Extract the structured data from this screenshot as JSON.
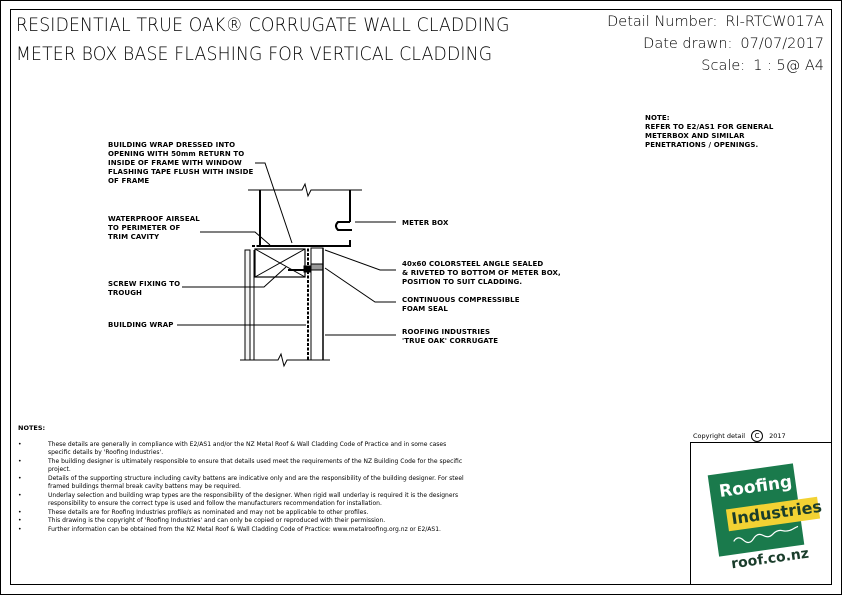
{
  "title": {
    "line1": "RESIDENTIAL TRUE OAK® CORRUGATE WALL CLADDING",
    "line2": "METER BOX BASE FLASHING FOR VERTICAL CLADDING"
  },
  "meta": {
    "detail_label": "Detail Number:",
    "detail_value": "RI-RTCW017A",
    "date_label": "Date drawn:",
    "date_value": "07/07/2017",
    "scale_label": "Scale:",
    "scale_value": "1 : 5@ A4"
  },
  "top_note": {
    "text": "NOTE:\nREFER TO E2/AS1 FOR GENERAL\nMETERBOX AND SIMILAR\nPENETRATIONS / OPENINGS."
  },
  "callouts": {
    "building_wrap_dressed": "BUILDING WRAP DRESSED INTO\nOPENING WITH 50mm RETURN TO\nINSIDE OF FRAME WITH WINDOW\nFLASHING TAPE FLUSH WITH INSIDE\nOF FRAME",
    "waterproof_airseal": "WATERPROOF AIRSEAL\nTO PERIMETER OF\nTRIM CAVITY",
    "screw_fixing": "SCREW FIXING TO\nTROUGH",
    "building_wrap": "BUILDING WRAP",
    "meter_box": "METER BOX",
    "angle": "40x60 COLORSTEEL ANGLE SEALED\n& RIVETED TO BOTTOM OF METER BOX,\nPOSITION TO SUIT CLADDING.",
    "foam_seal": "CONTINUOUS COMPRESSIBLE\nFOAM SEAL",
    "cladding": "ROOFING INDUSTRIES\n'TRUE OAK' CORRUGATE"
  },
  "notes": {
    "heading": "NOTES:",
    "bullet": "•",
    "items": [
      "These details are generally in compliance with E2/AS1 and/or the NZ Metal Roof & Wall Cladding Code of Practice and in some cases specific details by 'Roofing Industries'.",
      "The building designer is ultimately responsible to ensure that details used meet the requirements of the NZ Building Code for the specific project.",
      "Details of the supporting structure including cavity battens are indicative only and are the responsibility of the building designer. For steel framed buildings thermal break cavity battens may be required.",
      "Underlay selection and building wrap types are the responsibility of the designer. When rigid wall underlay is required it is the designers responsibility to ensure the correct type is used and follow the manufacturers recommendation for installation.",
      "These details are for Roofing Industries profile/s as nominated and may not be applicable to other profiles.",
      "This drawing is the copyright of 'Roofing Industries' and can only be copied or reproduced with their permission.",
      "Further information can be obtained from the NZ Metal Roof & Wall Cladding Code of Practice: www.metalroofing.org.nz or E2/AS1."
    ]
  },
  "copyright": {
    "label": "Copyright detail",
    "symbol": "C",
    "year": "2017"
  },
  "logo": {
    "line1": "Roofing",
    "line2": "Industries",
    "url": "roof.co.nz",
    "colors": {
      "green": "#1a7a4c",
      "yellow": "#f2d233",
      "dark": "#1a3d2b"
    }
  }
}
